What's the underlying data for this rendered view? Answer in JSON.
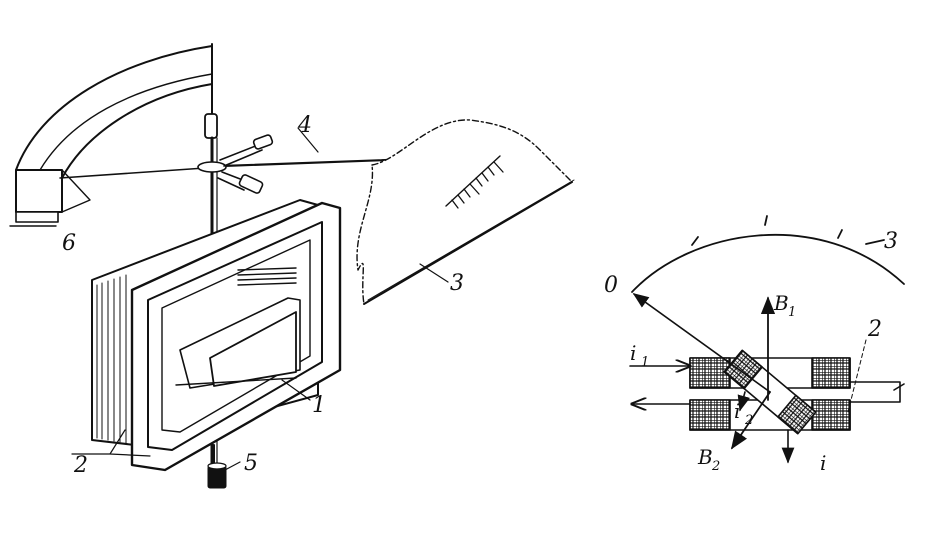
{
  "labels": {
    "left": {
      "coils": "1",
      "fixed_coil": "2",
      "scale": "3",
      "beam": "4",
      "counterweight": "5",
      "damper": "6"
    },
    "right": {
      "zero": "0",
      "scale": "3",
      "fixed_coil": "2",
      "i1": "i",
      "i1_sub": "1",
      "i2": "i",
      "i2_sub": "2",
      "b1": "B",
      "b1_sub": "1",
      "b2": "B",
      "b2_sub": "2",
      "i_bottom": "i"
    }
  },
  "colors": {
    "ink": "#111111",
    "paper": "#ffffff"
  }
}
